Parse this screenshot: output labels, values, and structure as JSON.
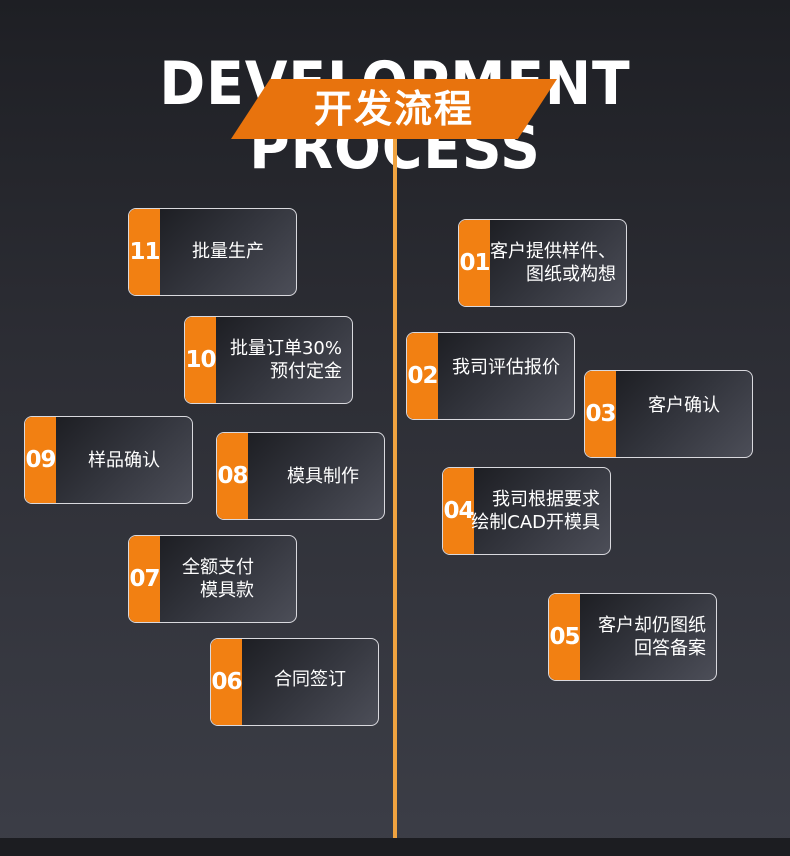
{
  "header": {
    "title_en": "DEVELOPMENT PROCESS",
    "title_cn": "开发流程"
  },
  "steps": [
    {
      "num": "01",
      "lines": [
        "客户提供样件、",
        "图纸或构想"
      ]
    },
    {
      "num": "02",
      "lines": [
        "我司评估报价"
      ]
    },
    {
      "num": "03",
      "lines": [
        "客户确认"
      ]
    },
    {
      "num": "04",
      "lines": [
        "我司根据要求",
        "绘制CAD开模具"
      ]
    },
    {
      "num": "05",
      "lines": [
        "客户却仍图纸",
        "回答备案"
      ]
    },
    {
      "num": "06",
      "lines": [
        "合同签订"
      ]
    },
    {
      "num": "07",
      "lines": [
        "全额支付",
        "模具款"
      ]
    },
    {
      "num": "08",
      "lines": [
        "模具制作"
      ]
    },
    {
      "num": "09",
      "lines": [
        "样品确认"
      ]
    },
    {
      "num": "10",
      "lines": [
        "批量订单30%",
        "预付定金"
      ]
    },
    {
      "num": "11",
      "lines": [
        "批量生产"
      ]
    }
  ],
  "colors": {
    "accent": "#f28012",
    "timeline": "#f0a340",
    "background": "#2c2d34"
  }
}
